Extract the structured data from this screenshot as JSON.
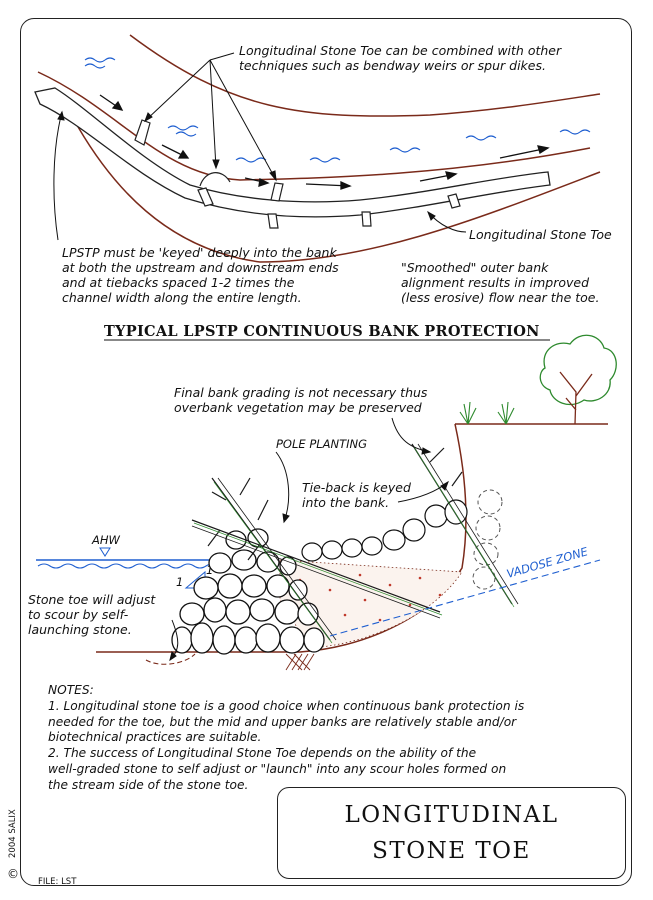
{
  "top_plan": {
    "callout_combined": [
      "Longitudinal Stone Toe can be combined with other",
      "techniques such as bendway weirs or spur dikes."
    ],
    "label_toe": "Longitudinal Stone Toe",
    "callout_keyed": [
      "LPSTP must be 'keyed' deeply into the bank",
      "at both the upstream and downstream ends",
      "and at tiebacks spaced 1-2 times the",
      "channel width along the entire length."
    ],
    "callout_smoothed": [
      "\"Smoothed\" outer bank",
      "alignment results in improved",
      "(less erosive) flow near the toe."
    ]
  },
  "section_heading": "TYPICAL LPSTP CONTINUOUS BANK PROTECTION",
  "cross_section": {
    "callout_grading": [
      "Final bank grading is not necessary thus",
      "overbank vegetation may be preserved"
    ],
    "label_pole_planting": "POLE PLANTING",
    "callout_tieback": [
      "Tie-back is keyed",
      "into the bank."
    ],
    "label_ahw": "AHW",
    "label_vadose": "VADOSE ZONE",
    "slope_label": "1",
    "callout_stone": [
      "Stone toe will adjust",
      "to scour by self-",
      "launching stone."
    ]
  },
  "notes": {
    "heading": "NOTES:",
    "lines": [
      "1.   Longitudinal stone toe is a good choice when continuous bank protection is",
      "needed for the toe, but the mid and upper banks are relatively stable and/or",
      "biotechnical practices are suitable.",
      "2.   The success of Longitudinal Stone Toe depends on the ability of the",
      "well-graded stone to self adjust or \"launch\" into any scour holes formed on",
      "the stream side of the stone toe."
    ]
  },
  "title_box": {
    "line1": "LONGITUDINAL",
    "line2": "STONE TOE"
  },
  "copyright": {
    "symbol": "©",
    "text": "2004 SALIX"
  },
  "file_label": "FILE:  LST",
  "colors": {
    "water": "#1f5fd0",
    "bank": "#7a2a1a",
    "vegetation": "#2e8a2e",
    "ink": "#111111"
  }
}
